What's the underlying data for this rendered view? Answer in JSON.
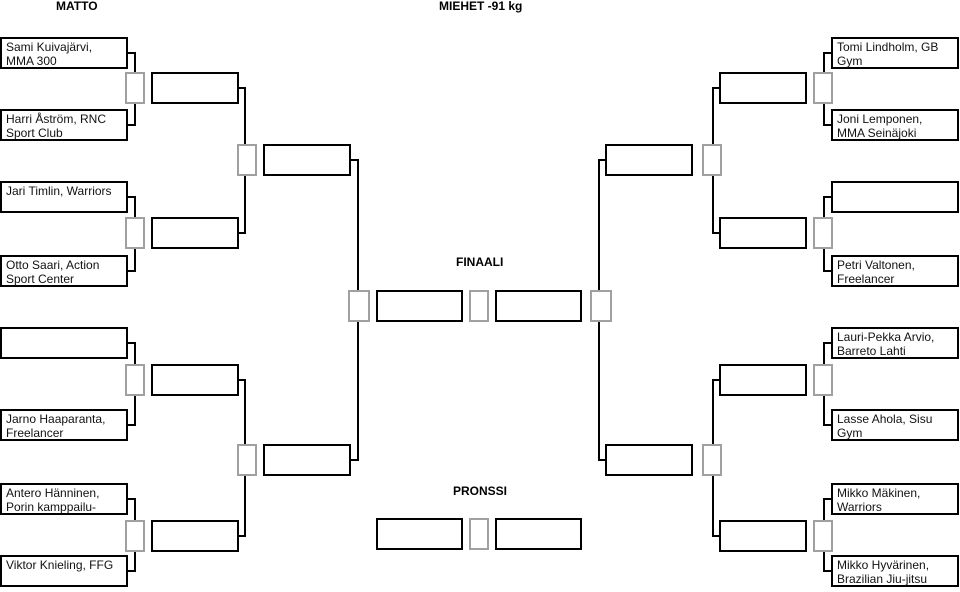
{
  "header": {
    "left": "MATTO",
    "center": "MIEHET -91 kg"
  },
  "labels": {
    "final": "FINAALI",
    "bronze": "PRONSSI"
  },
  "competitors": {
    "left": [
      "Sami Kuivajärvi, MMA 300",
      "Harri Åström, RNC Sport Club",
      "Jari Timlin, Warriors",
      "Otto Saari, Action Sport Center",
      "",
      "Jarno Haaparanta, Freelancer",
      "Antero Hänninen, Porin kamppailu-",
      "Viktor Knieling, FFG"
    ],
    "right": [
      "Tomi Lindholm, GB Gym",
      "Joni Lemponen, MMA Seinäjoki",
      "",
      "Petri Valtonen, Freelancer",
      "Lauri-Pekka Arvio, Barreto Lahti",
      "Lasse Ahola, Sisu Gym",
      "Mikko Mäkinen, Warriors",
      "Mikko Hyvärinen, Brazilian Jiu-jitsu"
    ]
  },
  "colors": {
    "line": "#000000",
    "score_box": "#a0a0a0"
  }
}
